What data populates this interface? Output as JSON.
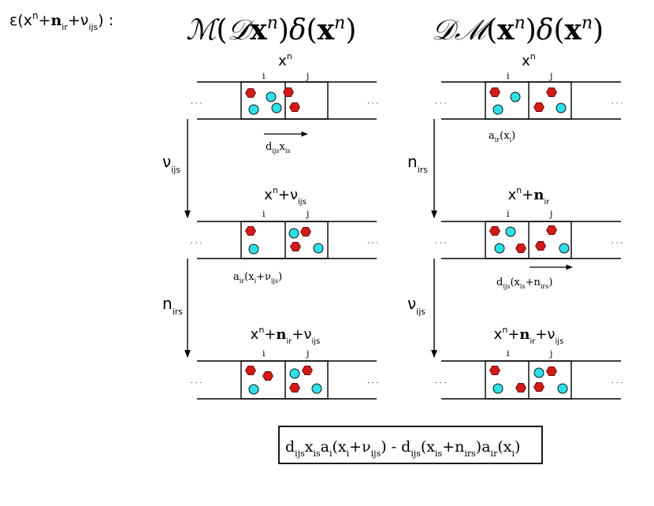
{
  "epsilon_label": {
    "pre": "ε(x",
    "sup_n": "n",
    "plus1": "+",
    "bold_n": "n",
    "sub_ir": "ir",
    "plus2": "+ν",
    "sub_ijs": "ijs",
    "post": ") :"
  },
  "columns": [
    {
      "title": {
        "M": "ℳ",
        "p1": "(",
        "D": "𝒟",
        "x": "x",
        "n": "n",
        "p2": ")",
        "delta": "δ",
        "p3": "(",
        "x2": "x",
        "n2": "n",
        "p4": ")"
      },
      "states": [
        {
          "label": {
            "x": "x",
            "n": "n",
            "plus": "",
            "a": "",
            "a_sub": "",
            "plus2": "",
            "b": "",
            "b_sub": ""
          }
        },
        {
          "label": {
            "x": "x",
            "n": "n",
            "plus": "+ν",
            "a": "",
            "a_sub": "ijs",
            "plus2": "",
            "b": "",
            "b_sub": ""
          }
        },
        {
          "label": {
            "x": "x",
            "n": "n",
            "plus": "+",
            "a": "n",
            "a_sub": "ir",
            "plus2": "+ν",
            "b": "",
            "b_sub": "ijs"
          }
        }
      ],
      "step_labels": [
        {
          "main": "ν",
          "sub": "ijs"
        },
        {
          "main": "n",
          "sub": "irs"
        }
      ],
      "rates": [
        {
          "parts": [
            "d",
            "ijs",
            "x",
            "is",
            "",
            "",
            "",
            "",
            ""
          ]
        },
        {
          "parts": [
            "a",
            "ir",
            "(x",
            "i",
            "+ν",
            "ijs",
            ")",
            "",
            ""
          ]
        }
      ]
    },
    {
      "title": {
        "M": "𝒟",
        "p1": "ℳ",
        "D": "(",
        "x": "x",
        "n": "n",
        "p2": ")",
        "delta": "δ",
        "p3": "(",
        "x2": "x",
        "n2": "n",
        "p4": ")"
      },
      "states": [
        {
          "label": {
            "x": "x",
            "n": "n",
            "plus": "",
            "a": "",
            "a_sub": "",
            "plus2": "",
            "b": "",
            "b_sub": ""
          }
        },
        {
          "label": {
            "x": "x",
            "n": "n",
            "plus": "+",
            "a": "n",
            "a_sub": "ir",
            "plus2": "",
            "b": "",
            "b_sub": ""
          }
        },
        {
          "label": {
            "x": "x",
            "n": "n",
            "plus": "+",
            "a": "n",
            "a_sub": "ir",
            "plus2": "+ν",
            "b": "",
            "b_sub": "ijs"
          }
        }
      ],
      "step_labels": [
        {
          "main": "n",
          "sub": "irs"
        },
        {
          "main": "ν",
          "sub": "ijs"
        }
      ],
      "rates": [
        {
          "parts": [
            "a",
            "ir",
            "(x",
            "i",
            ")",
            "",
            "",
            "",
            ""
          ]
        },
        {
          "parts": [
            "d",
            "ijs",
            "(x",
            "is",
            "+n",
            "irs",
            ")",
            "",
            ""
          ]
        }
      ]
    }
  ],
  "cell_i": "i",
  "cell_j": "j",
  "ellipsis": ". . .",
  "result": {
    "t1": "d",
    "t1s": "ijs",
    "t2": "x",
    "t2s": "is",
    "t3": "a",
    "t3s": "i",
    "t4": "(x",
    "t4s": "i",
    "t5": "+ν",
    "t5s": "ijs",
    "t6": ") - d",
    "t6s": "ijs",
    "t7": "(x",
    "t7s": "is",
    "t8": "+n",
    "t8s": "irs",
    "t9": ")a",
    "t9s": "ir",
    "t10": "(x",
    "t10s": "i",
    "t11": ")"
  },
  "colors": {
    "red": "#d21a1a",
    "cyan": "#2de0e8",
    "line": "#000000"
  }
}
